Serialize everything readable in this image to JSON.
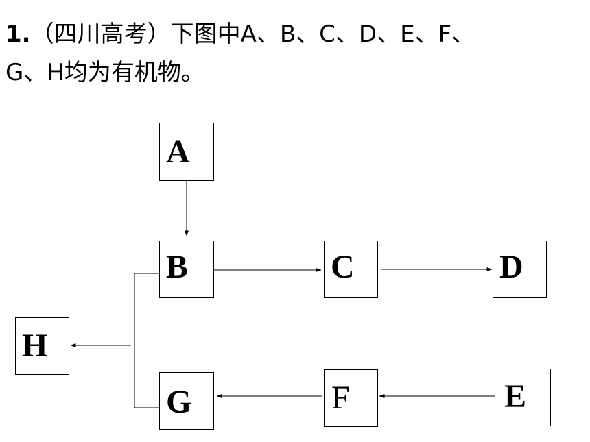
{
  "question": {
    "number": "1.",
    "source": "（四川高考）",
    "line1_text": "下图中A、B、C、D、E、F、",
    "line2_text": "G、H均为有机物。"
  },
  "diagram": {
    "nodes": {
      "A": {
        "label": "A"
      },
      "B": {
        "label": "B"
      },
      "C": {
        "label": "C"
      },
      "D": {
        "label": "D"
      },
      "E": {
        "label": "E"
      },
      "F": {
        "label": "F"
      },
      "G": {
        "label": "G"
      },
      "H": {
        "label": "H"
      }
    },
    "edges": [
      {
        "from": "A",
        "to": "B"
      },
      {
        "from": "B",
        "to": "C"
      },
      {
        "from": "C",
        "to": "D"
      },
      {
        "from": "E",
        "to": "F"
      },
      {
        "from": "F",
        "to": "G"
      },
      {
        "from": "B",
        "to": "H",
        "via": "bracket"
      },
      {
        "from": "G",
        "to": "H",
        "via": "bracket"
      }
    ]
  }
}
